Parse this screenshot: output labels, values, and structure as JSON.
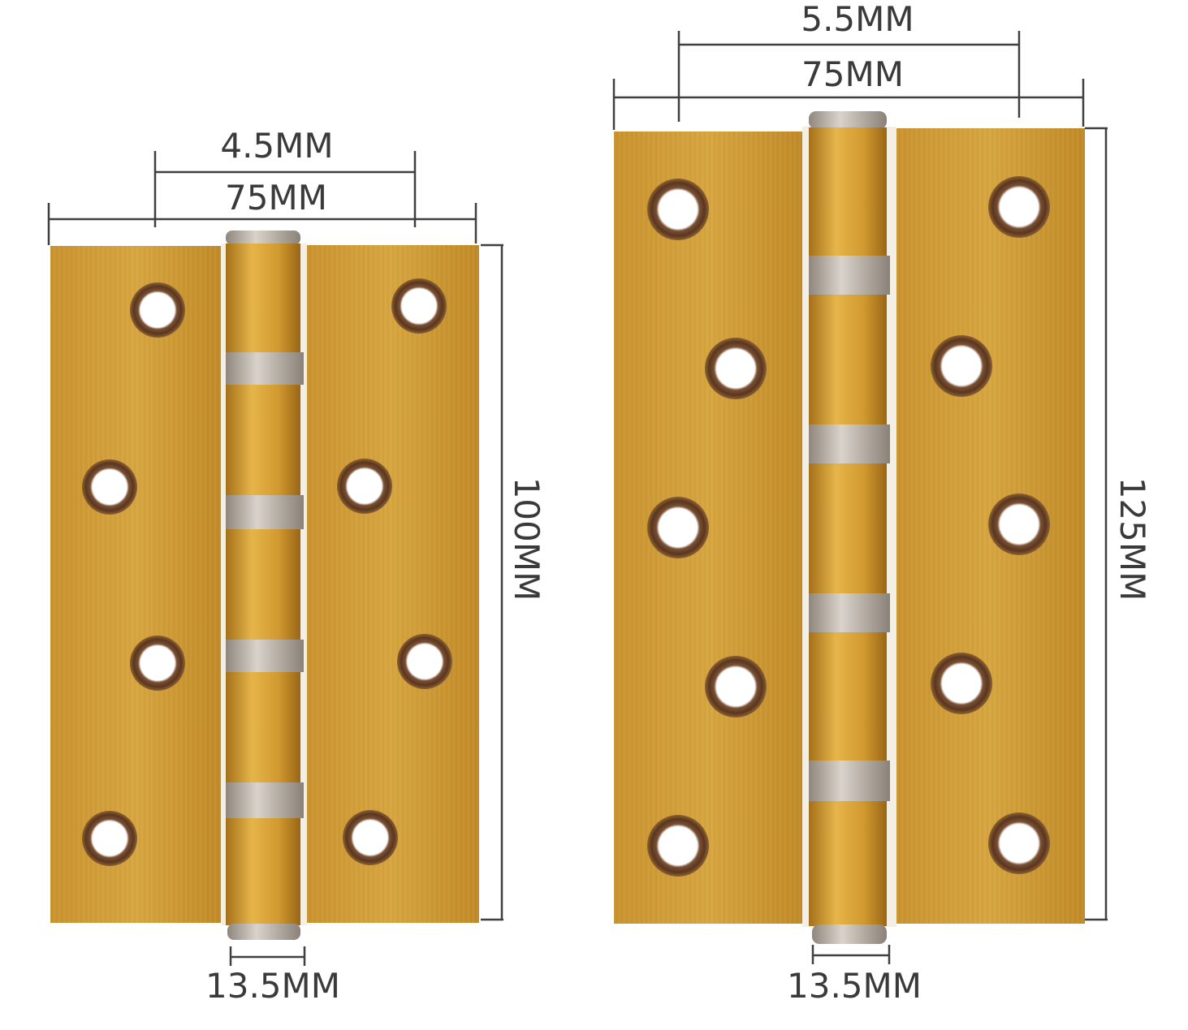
{
  "colors": {
    "brass_light": "#d9a53a",
    "brass_mid": "#bf8a26",
    "brass_dark": "#9c6c18",
    "steel": "#b9b0a5",
    "hole_ring": "#5a3a22",
    "text": "#3a3a3a"
  },
  "hinges": [
    {
      "id": "small",
      "thickness_label": "4.5MM",
      "width_label": "75MM",
      "height_label": "100MM",
      "knuckle_label": "13.5MM"
    },
    {
      "id": "large",
      "thickness_label": "5.5MM",
      "width_label": "75MM",
      "height_label": "125MM",
      "knuckle_label": "13.5MM"
    }
  ]
}
